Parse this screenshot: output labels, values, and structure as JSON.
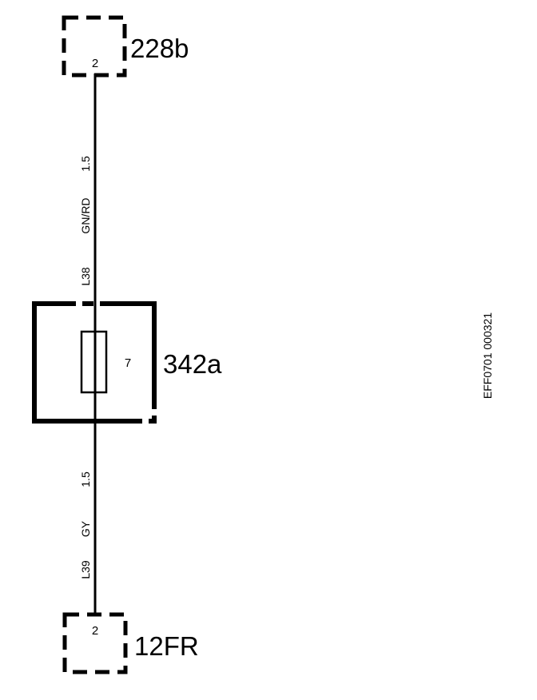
{
  "connectors": {
    "top": {
      "label": "228b",
      "pin": "2"
    },
    "bottom": {
      "label": "12FR",
      "pin": "2"
    }
  },
  "fuse_box": {
    "label": "342a",
    "fuse_number": "7"
  },
  "wires": {
    "upper": {
      "circuit": "L38",
      "color": "GN/RD",
      "size": "1.5"
    },
    "lower": {
      "circuit": "L39",
      "color": "GY",
      "size": "1.5"
    }
  },
  "reference_code": "EFF0701 000321",
  "colors": {
    "line": "#000000",
    "background": "#ffffff"
  }
}
